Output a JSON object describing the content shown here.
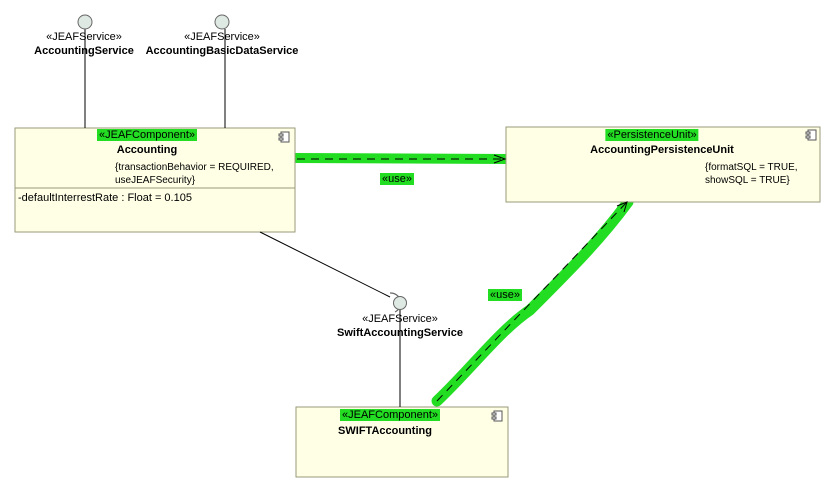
{
  "colors": {
    "box_fill": "#ffffe6",
    "box_stroke": "#9a9a7a",
    "line": "#000000",
    "highlight": "#22dd22",
    "lollipop": "#dfe9e3"
  },
  "icons": {
    "component": "component-icon",
    "interface": "lollipop-interface-icon",
    "socket": "socket-icon"
  },
  "services": {
    "accounting_service": {
      "stereotype": "«JEAFService»",
      "name": "AccountingService"
    },
    "basic_data_service": {
      "stereotype": "«JEAFService»",
      "name": "AccountingBasicDataService"
    },
    "swift_service": {
      "stereotype": "«JEAFService»",
      "name": "SwiftAccountingService"
    }
  },
  "components": {
    "accounting": {
      "stereotype": "«JEAFComponent»",
      "name": "Accounting",
      "tag_line1": "{transactionBehavior = REQUIRED,",
      "tag_line2": "useJEAFSecurity}",
      "attribute": "-defaultInterrestRate : Float = 0.105"
    },
    "persistence": {
      "stereotype": "«PersistenceUnit»",
      "name": "AccountingPersistenceUnit",
      "tag_line1": "{formatSQL = TRUE,",
      "tag_line2": "showSQL = TRUE}"
    },
    "swift": {
      "stereotype": "«JEAFComponent»",
      "name": "SWIFTAccounting"
    }
  },
  "dependencies": {
    "use_top": "«use»",
    "use_diag": "«use»"
  }
}
